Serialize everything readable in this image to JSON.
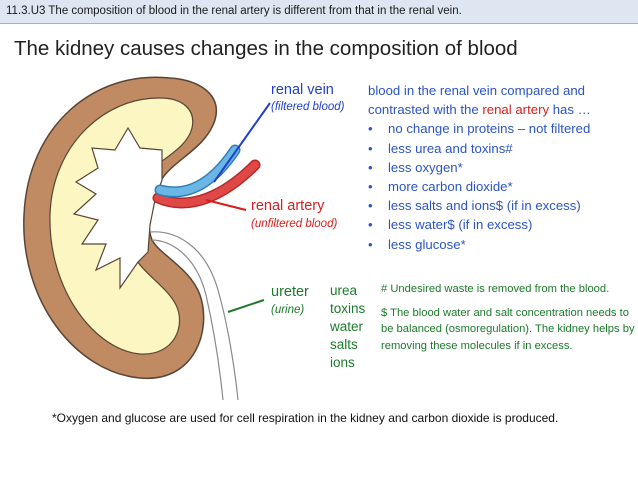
{
  "banner": "11.3.U3 The composition of blood in the renal artery is different from that in the renal vein.",
  "title": "The kidney causes changes in the composition of blood",
  "labels": {
    "renal_vein": "renal vein",
    "renal_vein_sub": "(filtered blood)",
    "renal_artery": "renal artery",
    "renal_artery_sub": "(unfiltered blood)",
    "ureter": "ureter",
    "ureter_sub": "(urine)"
  },
  "comparison": {
    "intro_1": "blood in the renal vein compared and",
    "intro_2a": "contrasted with the ",
    "intro_2b": "renal artery",
    "intro_2c": " has …",
    "items": [
      "no change in proteins – not filtered",
      "less urea and toxins#",
      "less oxygen*",
      "more carbon dioxide*",
      "less salts and ions$ (if in excess)",
      "less water$ (if in excess)",
      "less glucose*"
    ]
  },
  "urine_contents": [
    "urea",
    "toxins",
    "water",
    "salts",
    "ions"
  ],
  "notes": {
    "hash": "# Undesired waste is removed from the blood.",
    "dollar": "$ The blood water and salt concentration needs to be balanced (osmoregulation). The kidney helps by removing these molecules if in excess."
  },
  "footnote": "*Oxygen and glucose are used for cell respiration in the kidney and carbon dioxide is produced.",
  "colors": {
    "cortex": "#c08a63",
    "medulla": "#fbf6c2",
    "vein": "#6ab7e6",
    "artery": "#e04848",
    "label_blue": "#1f3fcc",
    "label_red": "#d61e1e",
    "label_green": "#1c7a2a"
  }
}
